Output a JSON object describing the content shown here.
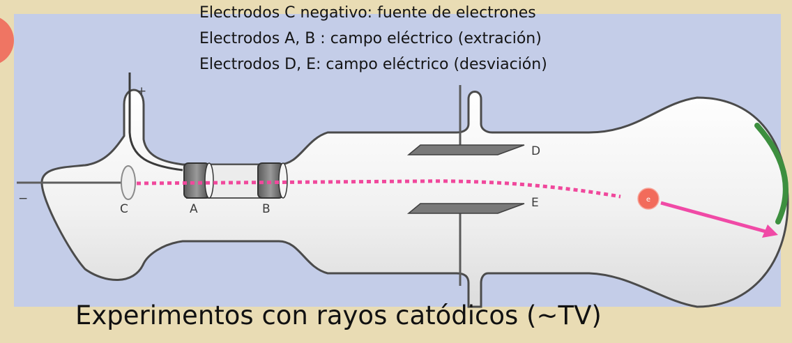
{
  "legend": [
    "Electrodos C negativo: fuente de electrones",
    "Electrodos A, B : campo eléctrico (extración)",
    "Electrodos D, E: campo eléctrico (desviación)"
  ],
  "labels": {
    "plus": "+",
    "minus": "−",
    "c": "C",
    "a": "A",
    "b": "B",
    "d": "D",
    "e": "E",
    "electron": "e"
  },
  "caption": "Experimentos con rayos catódicos (~TV)",
  "colors": {
    "page_background": "#e9dcb4",
    "diagram_background": "#c4cde8",
    "beam_path": "#f0489c",
    "arrow": "#f04aa6",
    "electron": "#f26b5b",
    "screen_phosphor": "#3d8f3f"
  }
}
